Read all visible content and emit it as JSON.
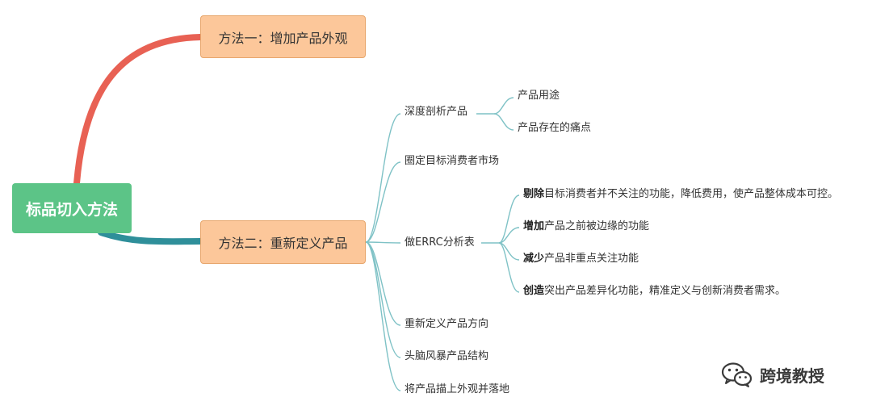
{
  "root": {
    "label": "标品切入方法"
  },
  "method1": {
    "label": "方法一：增加产品外观"
  },
  "method2": {
    "label": "方法二：重新定义产品",
    "children": [
      {
        "label": "深度剖析产品",
        "children": [
          "产品用途",
          "产品存在的痛点"
        ]
      },
      {
        "label": "圈定目标消费者市场"
      },
      {
        "label": "做ERRC分析表",
        "children": [
          {
            "bold": "剔除",
            "text": "目标消费者并不关注的功能，降低费用，使产品整体成本可控。"
          },
          {
            "bold": "增加",
            "text": "产品之前被边缘的功能"
          },
          {
            "bold": "减少",
            "text": "产品非重点关注功能"
          },
          {
            "bold": "创造",
            "text": "突出产品差异化功能，精准定义与创新消费者需求。"
          }
        ]
      },
      {
        "label": "重新定义产品方向"
      },
      {
        "label": "头脑风暴产品结构"
      },
      {
        "label": "将产品描上外观并落地"
      }
    ]
  },
  "watermark": {
    "text": "跨境教授",
    "icon": "wechat-icon"
  },
  "colors": {
    "root": "#5cc487",
    "method_fill": "#fcc79a",
    "method_border": "#e7a66c",
    "branch_red": "#e86154",
    "branch_teal": "#2f8f9a",
    "link_light": "#7fc2c6"
  }
}
